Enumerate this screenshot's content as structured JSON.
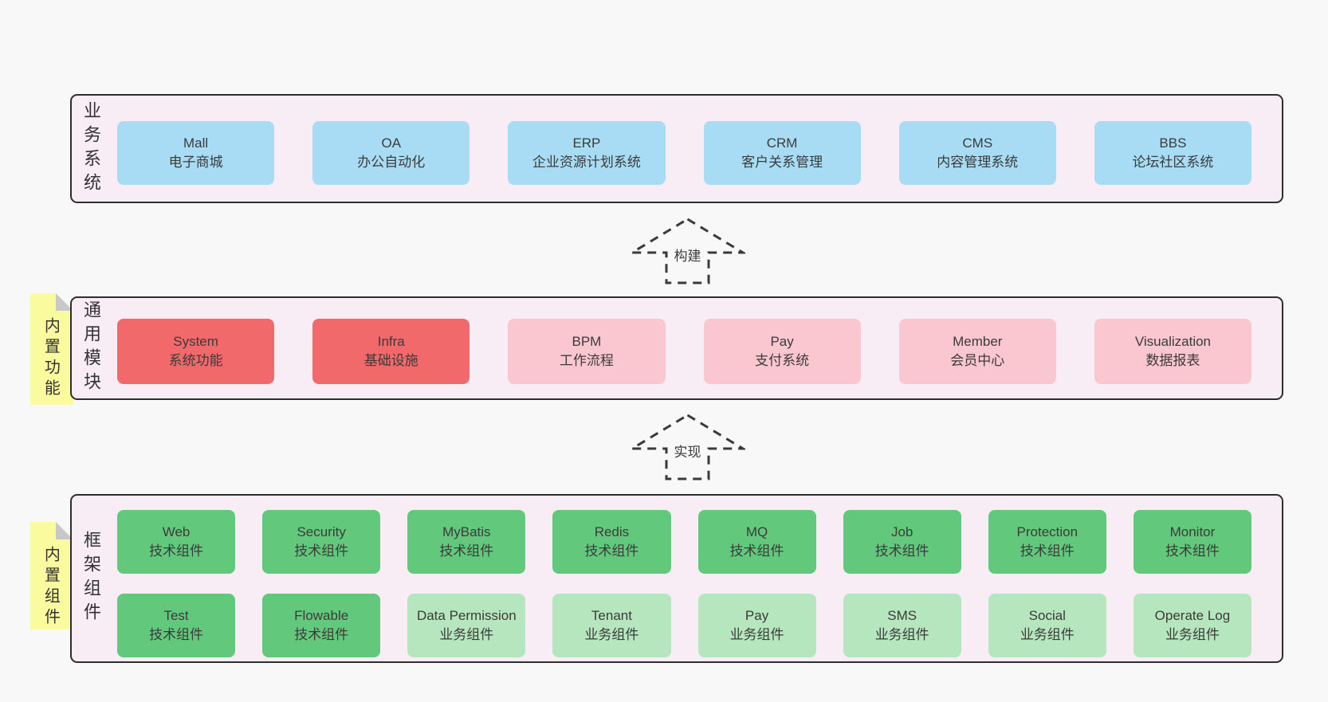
{
  "page": {
    "background": "#f8f8f8"
  },
  "colors": {
    "page_bg": "#f8f8f8",
    "container_bg": "#f8ecf5",
    "container_border": "#2e2e2e",
    "blue": "#a8dcf5",
    "red": "#f1696a",
    "pink": "#fac6cf",
    "green": "#62c97c",
    "light_green": "#b5e6bd",
    "note_yellow": "#fafa9e",
    "note_fold": "#c8c8c8",
    "text": "#3c3c3c"
  },
  "arrows": [
    {
      "label": "构建"
    },
    {
      "label": "实现"
    }
  ],
  "tiers": [
    {
      "id": "business-systems",
      "side_label": "业务系统",
      "note": null,
      "rows": [
        [
          {
            "name": "Mall",
            "desc": "电子商城",
            "variant": "blue"
          },
          {
            "name": "OA",
            "desc": "办公自动化",
            "variant": "blue"
          },
          {
            "name": "ERP",
            "desc": "企业资源计划系统",
            "variant": "blue"
          },
          {
            "name": "CRM",
            "desc": "客户关系管理",
            "variant": "blue"
          },
          {
            "name": "CMS",
            "desc": "内容管理系统",
            "variant": "blue"
          },
          {
            "name": "BBS",
            "desc": "论坛社区系统",
            "variant": "blue"
          }
        ]
      ]
    },
    {
      "id": "common-modules",
      "side_label": "通用模块",
      "note": "内置功能",
      "rows": [
        [
          {
            "name": "System",
            "desc": "系统功能",
            "variant": "red"
          },
          {
            "name": "Infra",
            "desc": "基础设施",
            "variant": "red"
          },
          {
            "name": "BPM",
            "desc": "工作流程",
            "variant": "pink"
          },
          {
            "name": "Pay",
            "desc": "支付系统",
            "variant": "pink"
          },
          {
            "name": "Member",
            "desc": "会员中心",
            "variant": "pink"
          },
          {
            "name": "Visualization",
            "desc": "数据报表",
            "variant": "pink"
          }
        ]
      ]
    },
    {
      "id": "framework-components",
      "side_label": "框架组件",
      "note": "内置组件",
      "rows": [
        [
          {
            "name": "Web",
            "desc": "技术组件",
            "variant": "green"
          },
          {
            "name": "Security",
            "desc": "技术组件",
            "variant": "green"
          },
          {
            "name": "MyBatis",
            "desc": "技术组件",
            "variant": "green"
          },
          {
            "name": "Redis",
            "desc": "技术组件",
            "variant": "green"
          },
          {
            "name": "MQ",
            "desc": "技术组件",
            "variant": "green"
          },
          {
            "name": "Job",
            "desc": "技术组件",
            "variant": "green"
          },
          {
            "name": "Protection",
            "desc": "技术组件",
            "variant": "green"
          },
          {
            "name": "Monitor",
            "desc": "技术组件",
            "variant": "green"
          }
        ],
        [
          {
            "name": "Test",
            "desc": "技术组件",
            "variant": "green"
          },
          {
            "name": "Flowable",
            "desc": "技术组件",
            "variant": "green"
          },
          {
            "name": "Data Permission",
            "desc": "业务组件",
            "variant": "light_green"
          },
          {
            "name": "Tenant",
            "desc": "业务组件",
            "variant": "light_green"
          },
          {
            "name": "Pay",
            "desc": "业务组件",
            "variant": "light_green"
          },
          {
            "name": "SMS",
            "desc": "业务组件",
            "variant": "light_green"
          },
          {
            "name": "Social",
            "desc": "业务组件",
            "variant": "light_green"
          },
          {
            "name": "Operate Log",
            "desc": "业务组件",
            "variant": "light_green"
          }
        ]
      ]
    }
  ]
}
